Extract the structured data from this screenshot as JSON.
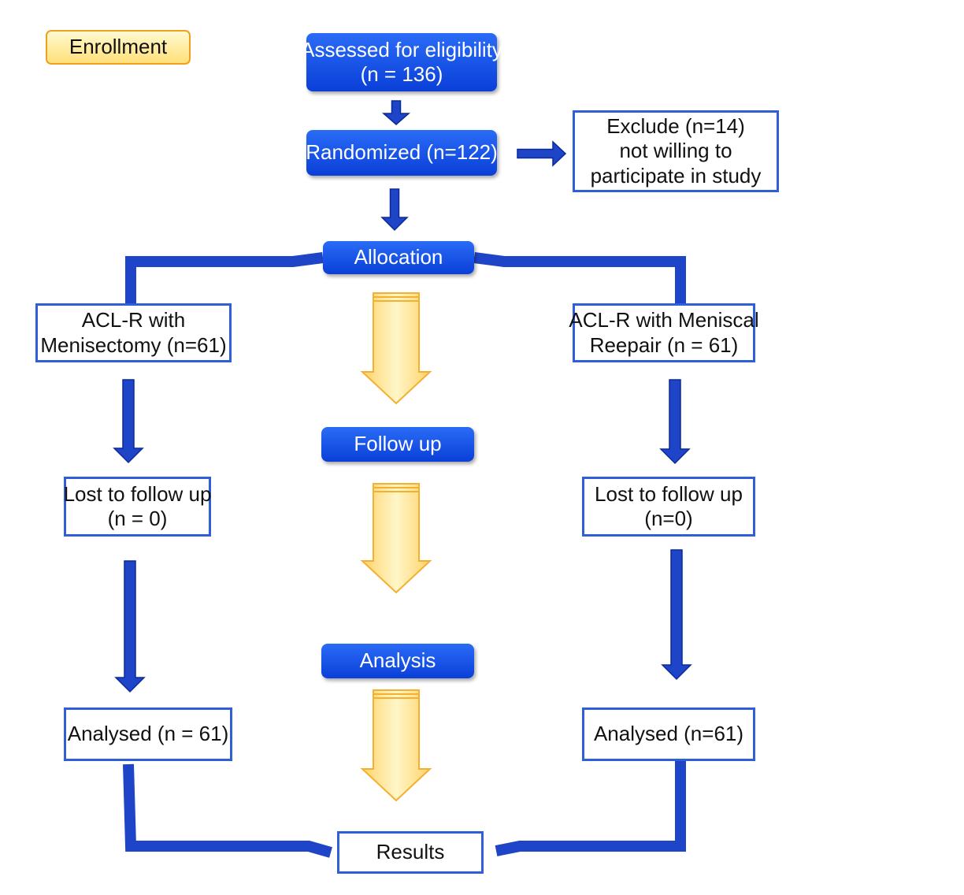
{
  "colors": {
    "connector": "#1e44c8",
    "connector_edge": "#0b2a9a",
    "blue_box": "#0a3fd8",
    "box_border": "#2e5fd9",
    "phase_arrow_fill": "#ffe690",
    "phase_arrow_edge": "#f4b030",
    "enrollment_fill": "#ffe07a"
  },
  "enrollment": {
    "label": "Enrollment"
  },
  "assessed": {
    "line1": "Assessed for eligibility",
    "line2": "(n = 136)"
  },
  "randomized": {
    "label": "Randomized (n=122)"
  },
  "exclude": {
    "line1": "Exclude (n=14)",
    "line2": "not willing to",
    "line3": "participate in study"
  },
  "phases": {
    "allocation": "Allocation",
    "follow_up": "Follow up",
    "analysis": "Analysis"
  },
  "left": {
    "group": {
      "line1": "ACL-R with",
      "line2": "Menisectomy (n=61)"
    },
    "lost": {
      "line1": "Lost to follow up",
      "line2": "(n = 0)"
    },
    "analysed": {
      "label": "Analysed (n = 61)"
    }
  },
  "right": {
    "group": {
      "line1": "ACL-R with Meniscal",
      "line2": "Reepair (n = 61)"
    },
    "lost": {
      "line1": "Lost to follow up",
      "line2": "(n=0)"
    },
    "analysed": {
      "label": "Analysed (n=61)"
    }
  },
  "results": {
    "label": "Results"
  }
}
